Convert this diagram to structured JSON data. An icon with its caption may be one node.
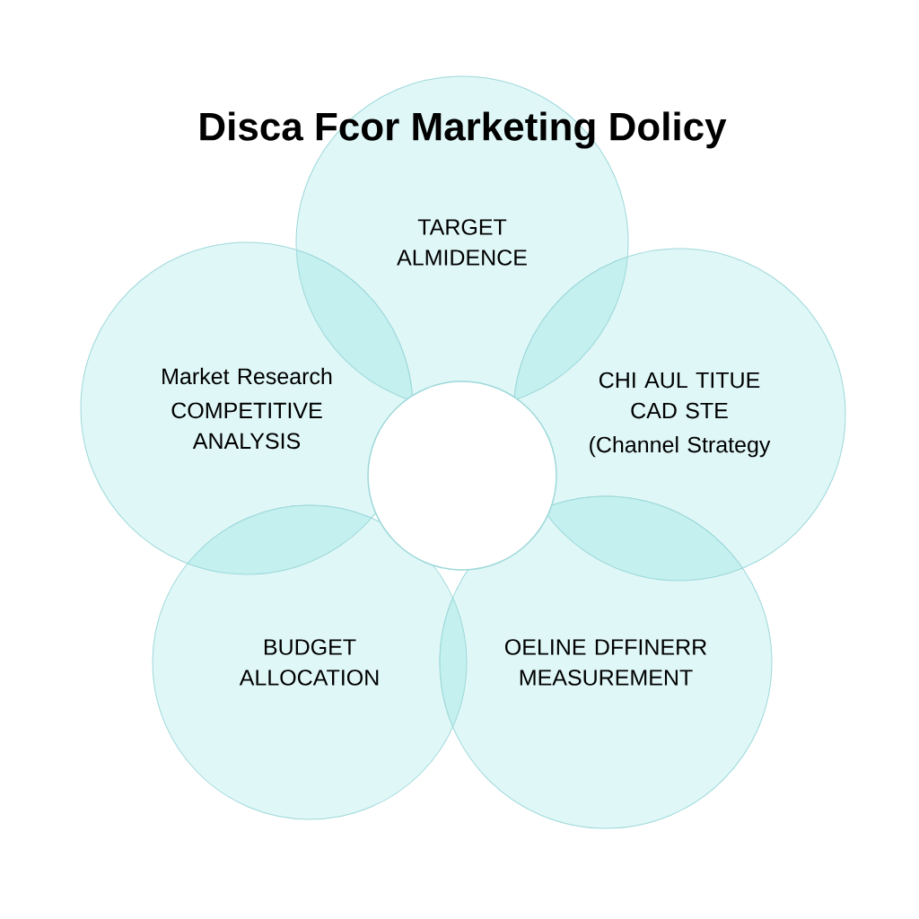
{
  "diagram": {
    "title": "Disca Fcor Marketing Dolicy",
    "nodes": [
      {
        "text": [
          "TARGET ALMIDENCE"
        ]
      },
      {
        "text": [
          "Market Research",
          "COMPETITIVE ANALYSIS"
        ]
      },
      {
        "text": [
          "CHI AUL TITUE CAD STE",
          "(Channel Strategy"
        ]
      },
      {
        "text": [],
        "shape": "circle"
      },
      {
        "text": [
          "BUDGET ALLOCATION"
        ]
      },
      {
        "text": [
          "OELINE DFFINERR MEASUREMENT"
        ]
      }
    ]
  }
}
